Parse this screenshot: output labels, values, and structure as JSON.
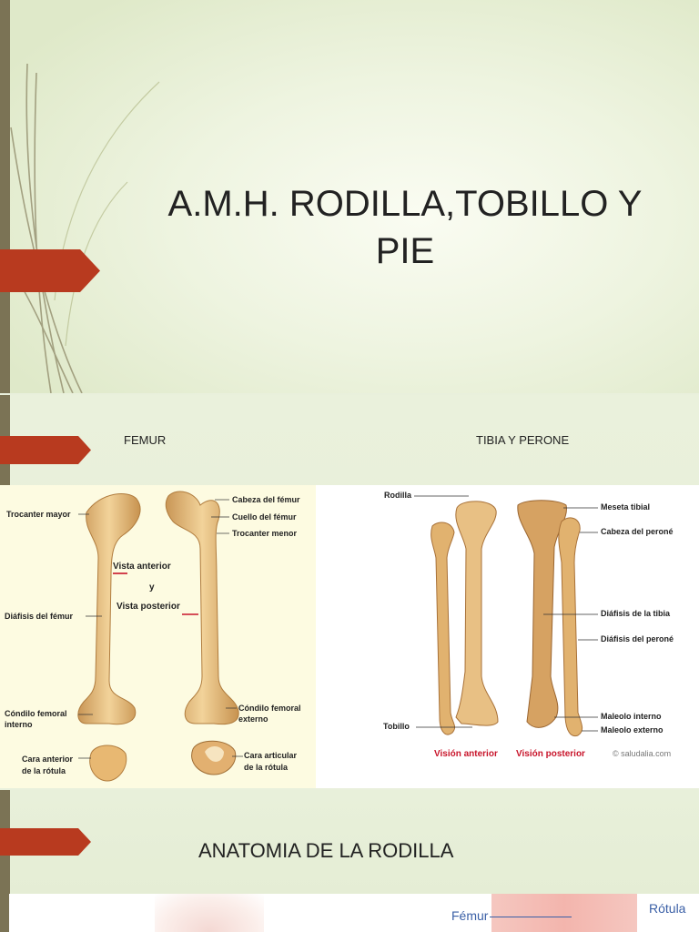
{
  "slide1": {
    "title_line1": "A.M.H. RODILLA,TOBILLO Y",
    "title_line2": "PIE"
  },
  "slide2": {
    "femur_heading": "FEMUR",
    "tibia_heading": "TIBIA Y PERONE",
    "femur_labels": {
      "trocanter_mayor": "Trocanter mayor",
      "cabeza": "Cabeza del fémur",
      "cuello": "Cuello del fémur",
      "trocanter_menor": "Trocanter menor",
      "vista_anterior": "Vista anterior",
      "y": "y",
      "vista_posterior": "Vista posterior",
      "diafisis": "Diáfisis del fémur",
      "condilo_interno_1": "Cóndilo femoral",
      "condilo_interno_2": "interno",
      "condilo_externo_1": "Cóndilo femoral",
      "condilo_externo_2": "externo",
      "cara_anterior_1": "Cara anterior",
      "cara_anterior_2": "de la rótula",
      "cara_articular_1": "Cara articular",
      "cara_articular_2": "de la rótula"
    },
    "tibia_labels": {
      "rodilla": "Rodilla",
      "meseta": "Meseta tibial",
      "cabeza_perone": "Cabeza del peroné",
      "diafisis_tibia": "Diáfisis de la tibia",
      "diafisis_perone": "Diáfisis del peroné",
      "maleolo_interno": "Maleolo interno",
      "maleolo_externo": "Maleolo externo",
      "tobillo": "Tobillo",
      "vision_anterior": "Visión anterior",
      "vision_posterior": "Visión posterior",
      "credit": "© saludalia.com"
    }
  },
  "slide3": {
    "title": "ANATOMIA DE LA RODILLA",
    "label_femur": "Fémur",
    "label_rotula": "Rótula"
  },
  "colors": {
    "accent": "#b83a1f",
    "sidebar": "#7b7355",
    "bone": "#e2b978",
    "label_red": "#c8142a"
  }
}
